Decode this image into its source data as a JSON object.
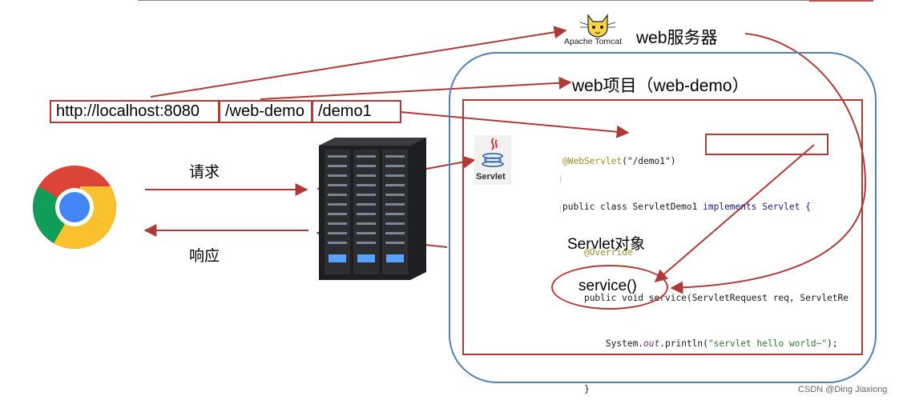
{
  "url": {
    "host": "http://localhost:8080",
    "project": "/web-demo",
    "resource": "/demo1"
  },
  "labels": {
    "tomcat_brand": "Apache Tomcat",
    "web_server": "web服务器",
    "web_project": "web项目（web-demo）",
    "request": "请求",
    "response": "响应",
    "servlet_object": "Servlet对象",
    "service_method": "service()",
    "servlet_logo": "Servlet"
  },
  "code": {
    "line1_anno": "@WebServlet",
    "line1_rest": "(\"/demo1\")",
    "line2_a": "public class ServletDemo1 ",
    "line2_impl": "implements Servlet {",
    "line3": "@Override",
    "line4": "public void service(ServletRequest req, ServletRe",
    "line5_a": "System.",
    "line5_out": "out",
    "line5_b": ".println(",
    "line5_str": "\"servlet hello world~\"",
    "line5_c": ");",
    "line6": "}"
  },
  "watermark": "CSDN @Ding Jiaxiong",
  "colors": {
    "arrow_red": "#b03a36",
    "container_blue": "#4f81bd"
  }
}
